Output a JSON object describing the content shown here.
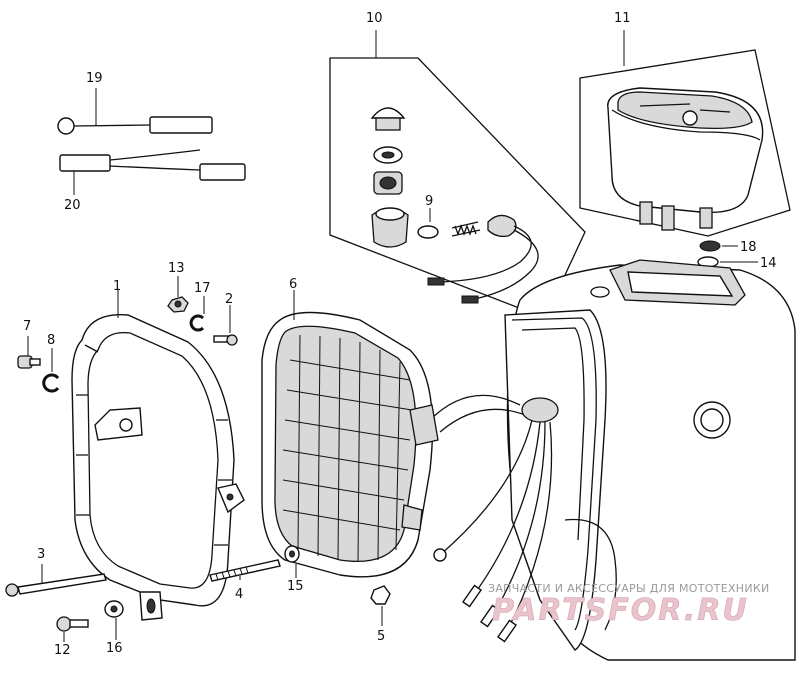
{
  "callouts": [
    "1",
    "2",
    "3",
    "4",
    "5",
    "6",
    "7",
    "8",
    "9",
    "10",
    "11",
    "12",
    "13",
    "14",
    "15",
    "16",
    "17",
    "18",
    "19",
    "20"
  ],
  "watermark": {
    "subtitle": "ЗАПЧАСТИ И АКСЕССУАРЫ ДЛЯ МОТОТЕХНИКИ",
    "logo": "PARTSFOR.RU"
  },
  "colors": {
    "line": "#111111",
    "watermark_logo": "#e8c4cc",
    "watermark_text": "#9a9a9a"
  }
}
